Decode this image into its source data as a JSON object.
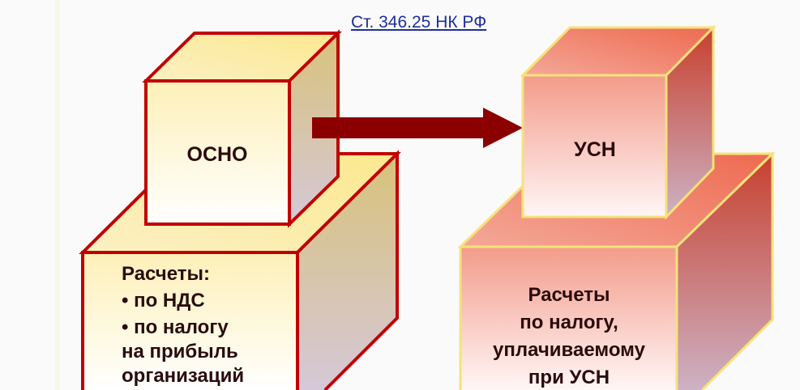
{
  "link": {
    "label": "Ст. 346.25 НК РФ"
  },
  "left_block": {
    "title": "ОСНО",
    "lines": [
      "Расчеты:",
      "• по НДС",
      "• по налогу",
      "на прибыль",
      "организаций"
    ]
  },
  "right_block": {
    "title": "УСН",
    "lines": [
      "Расчеты",
      "по налогу,",
      "уплачиваемому",
      "при УСН"
    ]
  },
  "colors": {
    "arrow": "#8b0000",
    "left_border": "#c00000",
    "right_border": "#f5e27a",
    "link": "#1f2f9a"
  }
}
